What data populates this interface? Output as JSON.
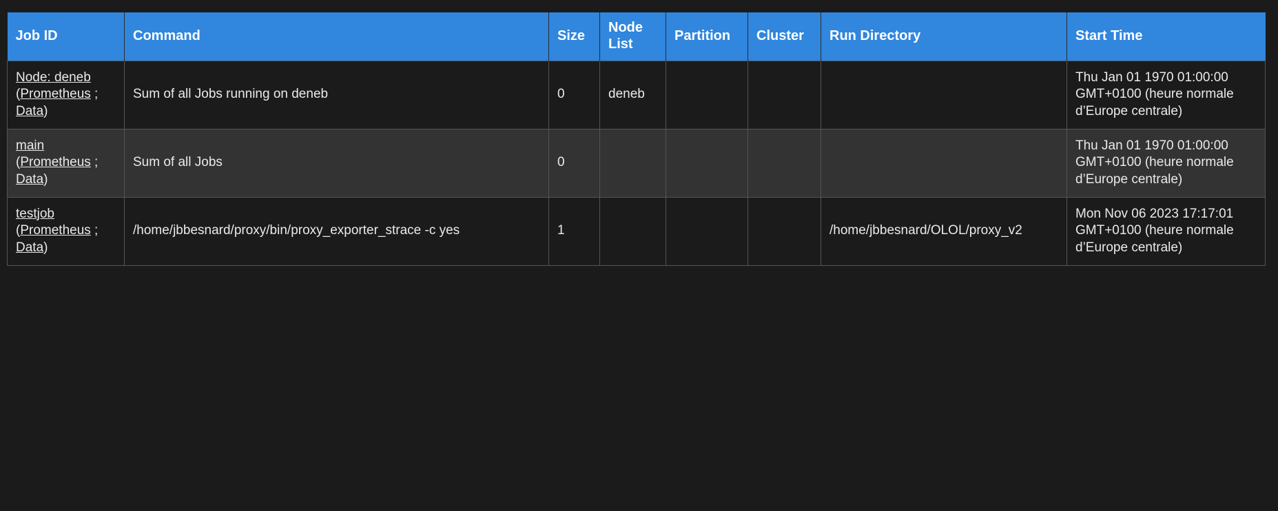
{
  "table": {
    "name": "jobs-table",
    "columns": [
      {
        "key": "job_id",
        "label": "Job ID"
      },
      {
        "key": "command",
        "label": "Command"
      },
      {
        "key": "size",
        "label": "Size"
      },
      {
        "key": "node_list",
        "label": "Node List"
      },
      {
        "key": "partition",
        "label": "Partition"
      },
      {
        "key": "cluster",
        "label": "Cluster"
      },
      {
        "key": "run_dir",
        "label": "Run Directory"
      },
      {
        "key": "start_time",
        "label": "Start Time"
      }
    ],
    "link_labels": {
      "prometheus": "Prometheus",
      "data": "Data",
      "open_paren": "(",
      "close_paren": ")",
      "separator": " ; "
    },
    "rows": [
      {
        "job_id": "Node: deneb",
        "command": "Sum of all Jobs running on deneb",
        "size": "0",
        "node_list": "deneb",
        "partition": "",
        "cluster": "",
        "run_dir": "",
        "start_time": "Thu Jan 01 1970 01:00:00 GMT+0100 (heure normale d’Europe centrale)"
      },
      {
        "job_id": "main",
        "command": "Sum of all Jobs",
        "size": "0",
        "node_list": "",
        "partition": "",
        "cluster": "",
        "run_dir": "",
        "start_time": "Thu Jan 01 1970 01:00:00 GMT+0100 (heure normale d’Europe centrale)"
      },
      {
        "job_id": "testjob",
        "command": "/home/jbbesnard/proxy/bin/proxy_exporter_strace -c yes",
        "size": "1",
        "node_list": "",
        "partition": "",
        "cluster": "",
        "run_dir": "/home/jbbesnard/OLOL/proxy_v2",
        "start_time": "Mon Nov 06 2023 17:17:01 GMT+0100 (heure normale d’Europe centrale)"
      }
    ]
  },
  "colors": {
    "header_background": "#3186de",
    "header_text": "#ffffff",
    "page_background": "#1b1b1b",
    "row_even_background": "#1b1b1b",
    "row_odd_background": "#333333",
    "cell_border": "#555555",
    "text": "#eaeaea"
  }
}
